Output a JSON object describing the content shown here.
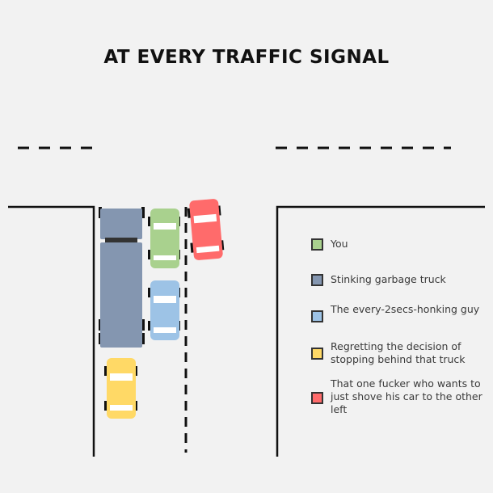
{
  "title": "AT EVERY TRAFFIC SIGNAL",
  "colors": {
    "background": "#f2f2f2",
    "road_line": "#111111",
    "green": "#a9d18e",
    "truck": "#8496b0",
    "blue": "#9dc3e6",
    "yellow": "#ffd966",
    "red": "#ff6b6b"
  },
  "legend": [
    {
      "color": "#a9d18e",
      "label": "You"
    },
    {
      "color": "#8496b0",
      "label": "Stinking garbage truck"
    },
    {
      "color": "#9dc3e6",
      "label": "The every-2secs-honking guy"
    },
    {
      "color": "#ffd966",
      "label": "Regretting the decision of stopping behind that truck"
    },
    {
      "color": "#ff6b6b",
      "label": "That one fucker who wants to just shove his car to the other left"
    }
  ]
}
